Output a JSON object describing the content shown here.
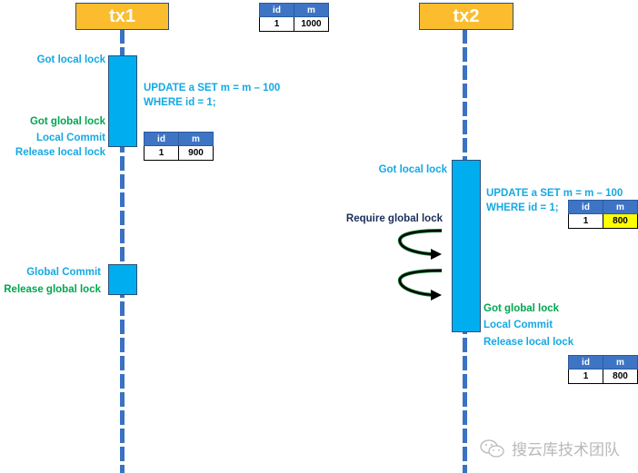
{
  "transactions": [
    {
      "name": "tx1"
    },
    {
      "name": "tx2"
    }
  ],
  "initial_table": {
    "headers": [
      "id",
      "m"
    ],
    "row": [
      "1",
      "1000"
    ]
  },
  "tx1": {
    "labels": {
      "got_local_lock": "Got local lock",
      "got_global_lock": "Got global lock",
      "local_commit": "Local Commit",
      "release_local_lock": "Release local lock",
      "global_commit": "Global Commit",
      "release_global_lock": "Release global lock"
    },
    "sql": [
      "UPDATE a SET m = m – 100",
      "WHERE id = 1;"
    ],
    "table": {
      "headers": [
        "id",
        "m"
      ],
      "row": [
        "1",
        "900"
      ]
    }
  },
  "tx2": {
    "labels": {
      "got_local_lock": "Got local lock",
      "require_global_lock": "Require global lock",
      "got_global_lock": "Got global lock",
      "local_commit": "Local Commit",
      "release_local_lock": "Release local lock"
    },
    "sql": [
      "UPDATE a SET m = m – 100",
      "WHERE id = 1;"
    ],
    "table_during": {
      "headers": [
        "id",
        "m"
      ],
      "row": [
        "1",
        "800"
      ],
      "highlight": "#ffff00"
    },
    "table_after": {
      "headers": [
        "id",
        "m"
      ],
      "row": [
        "1",
        "800"
      ]
    }
  },
  "colors": {
    "header": "#fbbd2e",
    "activation": "#00aeef",
    "lifeline": "#3b72c2",
    "label_cyan": "#14a9e3",
    "label_green": "#00a650",
    "label_navy": "#1a2e5a"
  },
  "watermark": {
    "icon": "wechat-icon",
    "text": "搜云库技术团队"
  }
}
